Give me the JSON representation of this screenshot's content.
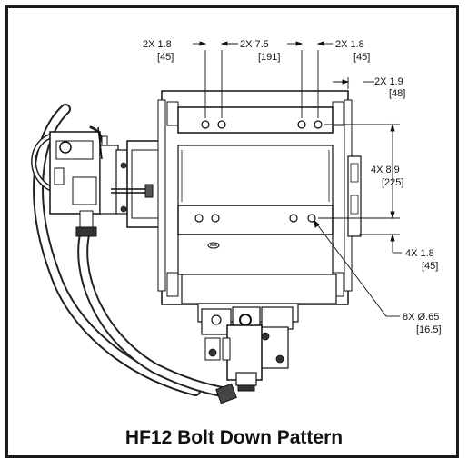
{
  "caption": "HF12 Bolt Down Pattern",
  "dimensions": {
    "hole_spacing_left": {
      "primary": "2X 1.8",
      "metric": "[45]"
    },
    "hole_spacing_center": {
      "primary": "2X 7.5",
      "metric": "[191]"
    },
    "hole_spacing_right": {
      "primary": "2X 1.8",
      "metric": "[45]"
    },
    "edge_offset": {
      "primary": "2X 1.9",
      "metric": "[48]"
    },
    "row_spacing": {
      "primary": "4X 8.9",
      "metric": "[225]"
    },
    "bottom_offset": {
      "primary": "4X 1.8",
      "metric": "[45]"
    },
    "hole_diameter": {
      "primary": "8X Ø.65",
      "metric": "[16.5]"
    }
  }
}
